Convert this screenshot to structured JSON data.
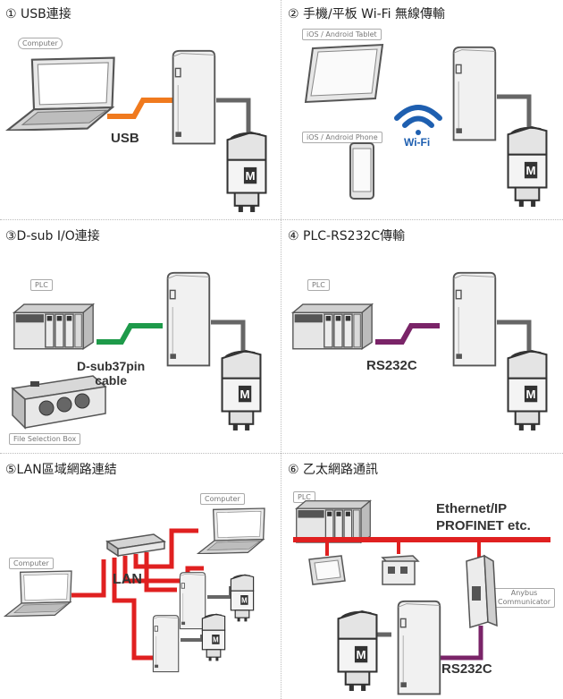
{
  "panels": [
    {
      "title": "① USB連接",
      "tags": [
        "Computer"
      ],
      "labels": [
        "USB"
      ]
    },
    {
      "title": "② 手機/平板 Wi-Fi 無線傳輸",
      "tags": [
        "iOS / Android Tablet",
        "iOS / Android Phone"
      ],
      "labels": [
        "Wi-Fi"
      ]
    },
    {
      "title": "③D-sub I/O連接",
      "tags": [
        "PLC",
        "File Selection Box"
      ],
      "labels": [
        "D-sub37pin",
        "cable"
      ]
    },
    {
      "title": "④ PLC-RS232C傳輸",
      "tags": [
        "PLC"
      ],
      "labels": [
        "RS232C"
      ]
    },
    {
      "title": "⑤LAN區域網路連結",
      "tags": [
        "Computer",
        "Computer"
      ],
      "labels": [
        "LAN"
      ]
    },
    {
      "title": "⑥ 乙太網路通訊",
      "tags": [
        "PLC",
        "Anybus",
        "Communicator"
      ],
      "labels": [
        "Ethernet/IP",
        "PROFINET etc.",
        "RS232C"
      ]
    }
  ],
  "colors": {
    "usb": "#f07a1e",
    "wifi": "#1e5fb0",
    "dsub": "#1e9a4a",
    "rs232c": "#7a2468",
    "lan": "#e02020",
    "cable": "#666666"
  },
  "icons": [
    "laptop-icon",
    "controller-unit-icon",
    "marking-head-icon",
    "tablet-icon",
    "phone-icon",
    "wifi-icon",
    "plc-icon",
    "file-selection-box-icon",
    "network-hub-icon",
    "touch-panel-icon",
    "io-module-icon",
    "anybus-communicator-icon"
  ]
}
